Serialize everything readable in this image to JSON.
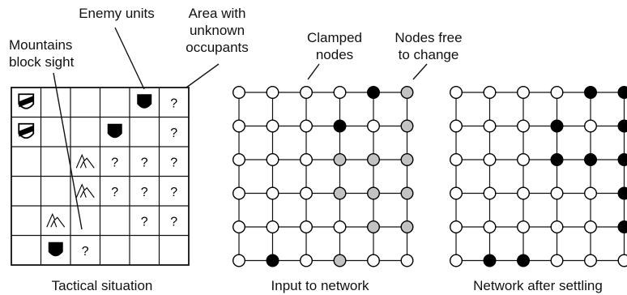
{
  "annotations": {
    "enemy_units": "Enemy units",
    "unknown_area": [
      "Area with",
      "unknown",
      "occupants"
    ],
    "mountains": [
      "Mountains",
      "block sight"
    ],
    "clamped_nodes": [
      "Clamped",
      "nodes"
    ],
    "free_nodes": [
      "Nodes free",
      "to change"
    ]
  },
  "captions": {
    "tactical": "Tactical situation",
    "input": "Input to network",
    "settled": "Network after settling"
  },
  "tactical_grid": {
    "rows": [
      [
        "friendly",
        "",
        "",
        "",
        "enemy",
        "?"
      ],
      [
        "friendly",
        "",
        "",
        "enemy",
        "",
        "?"
      ],
      [
        "",
        "",
        "mountain",
        "?",
        "?",
        "?"
      ],
      [
        "",
        "",
        "mountain",
        "?",
        "?",
        "?"
      ],
      [
        "",
        "mountain",
        "",
        "",
        "?",
        "?"
      ],
      [
        "",
        "enemy",
        "?",
        "",
        "",
        ""
      ]
    ],
    "unknown_symbol": "?"
  },
  "input_network": {
    "rows": [
      [
        "white",
        "white",
        "white",
        "white",
        "black",
        "gray"
      ],
      [
        "white",
        "white",
        "white",
        "black",
        "white",
        "gray"
      ],
      [
        "white",
        "white",
        "white",
        "gray",
        "gray",
        "gray"
      ],
      [
        "white",
        "white",
        "white",
        "gray",
        "gray",
        "gray"
      ],
      [
        "white",
        "white",
        "white",
        "white",
        "gray",
        "gray"
      ],
      [
        "white",
        "black",
        "white",
        "gray",
        "white",
        "white"
      ]
    ]
  },
  "settled_network": {
    "rows": [
      [
        "white",
        "white",
        "white",
        "white",
        "black",
        "black"
      ],
      [
        "white",
        "white",
        "white",
        "black",
        "white",
        "black"
      ],
      [
        "white",
        "white",
        "white",
        "black",
        "black",
        "black"
      ],
      [
        "white",
        "white",
        "white",
        "white",
        "white",
        "black"
      ],
      [
        "white",
        "white",
        "white",
        "white",
        "white",
        "black"
      ],
      [
        "white",
        "black",
        "black",
        "white",
        "white",
        "white"
      ]
    ]
  },
  "colors": {
    "white": "#ffffff",
    "black": "#000000",
    "gray": "#c2c2c2",
    "line": "#111111"
  }
}
